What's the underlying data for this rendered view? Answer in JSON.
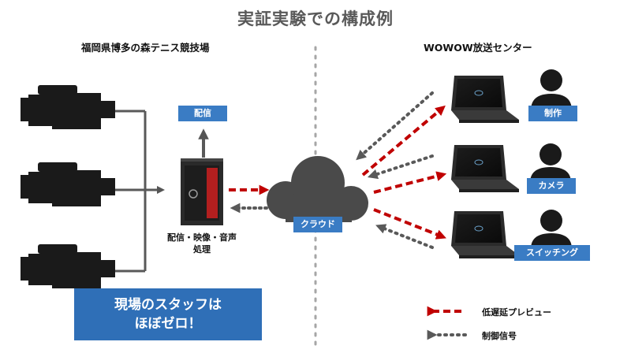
{
  "title": "実証実験での構成例",
  "left_section": {
    "title": "福岡県博多の森テニス競技場"
  },
  "right_section": {
    "title": "WOWOW放送センター"
  },
  "nodes": {
    "distribution": "配信",
    "server_caption_line1": "配信・映像・音声",
    "server_caption_line2": "処理",
    "cloud": "クラウド",
    "production": "制作",
    "camera": "カメラ",
    "switching": "スイッチング"
  },
  "staff_box": {
    "line1": "現場のスタッフは",
    "line2": "ほぼゼロ！"
  },
  "legend": {
    "low_latency_preview": "低遅延プレビュー",
    "control_signal": "制御信号"
  },
  "colors": {
    "low_latency_preview": "#c00000",
    "control_signal": "#595959",
    "label_blue": "#3a7cc4",
    "cloud": "#4a4a4a"
  }
}
